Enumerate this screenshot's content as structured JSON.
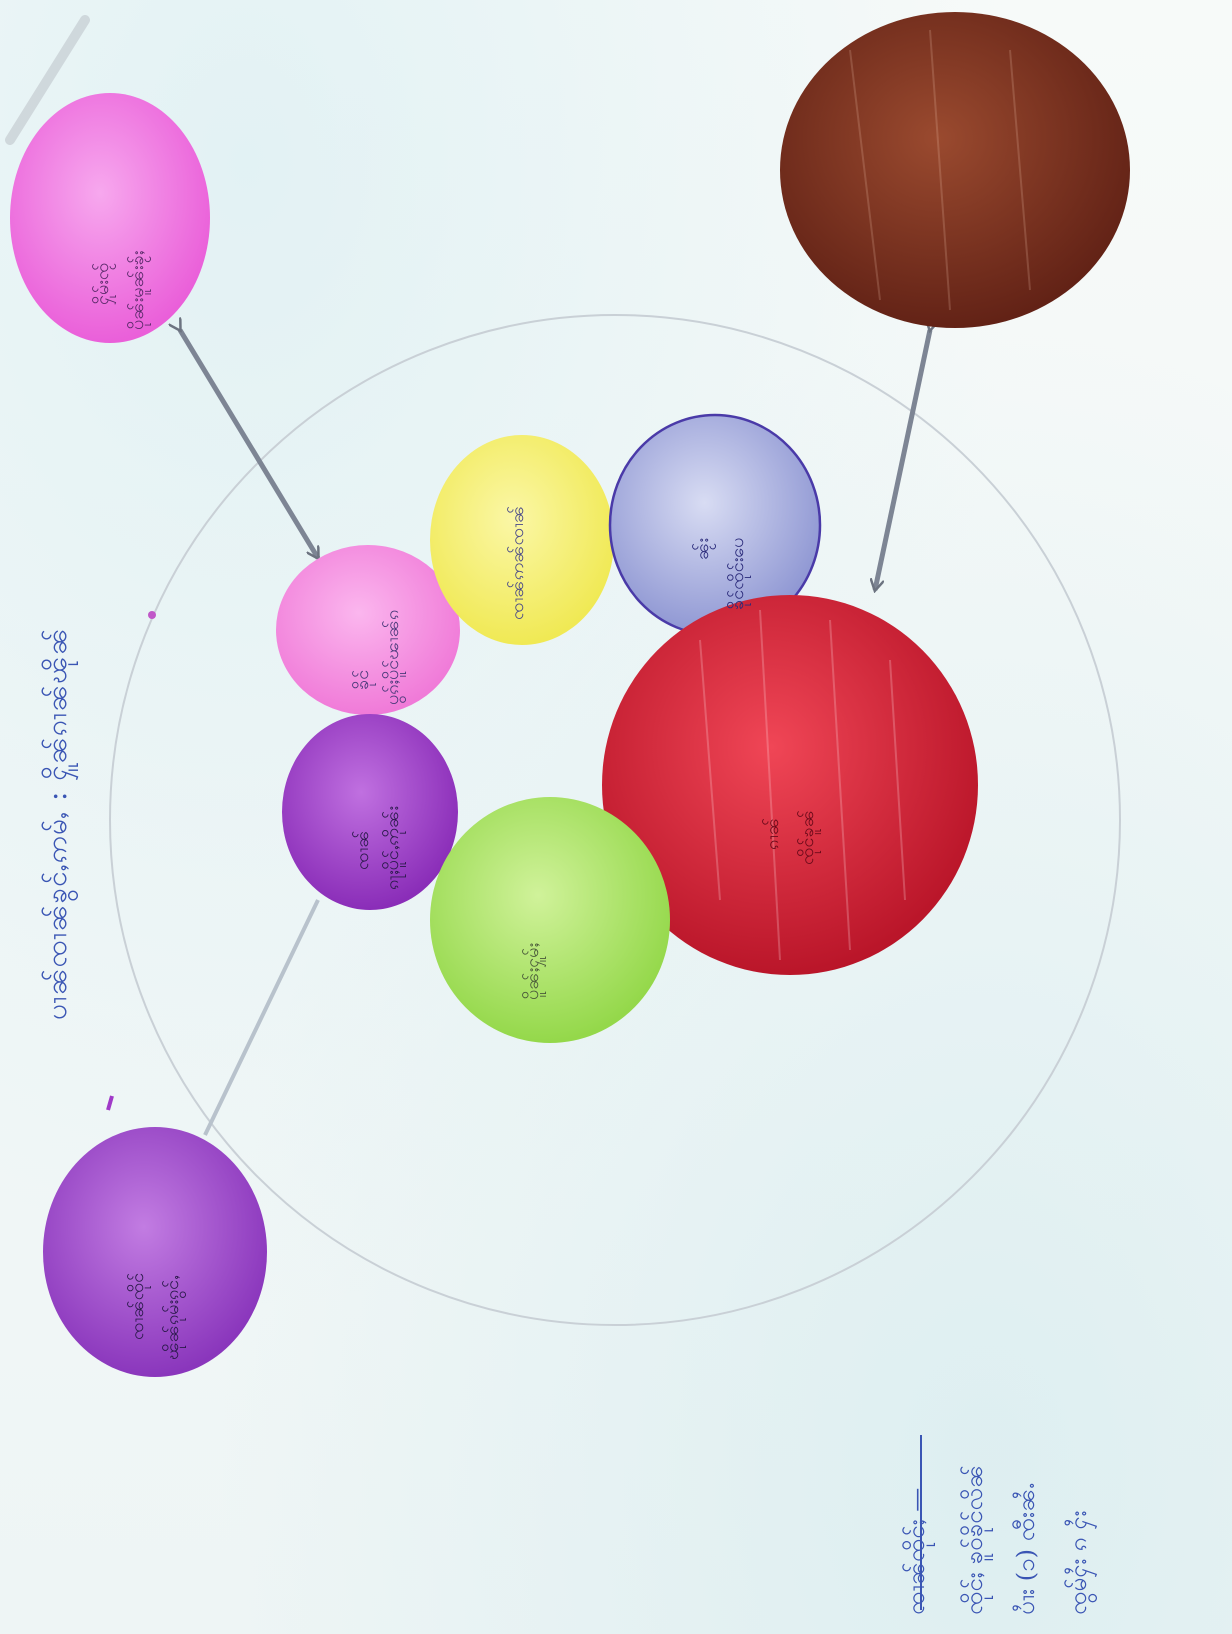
{
  "title": "ပၢၼ်ၸၢၼ်ၶွင်ႇဢမ်ႇ : ႁိူၼ်ၵၢၼ်ၽိုၼ်",
  "signature": {
    "line1": "ၸၢၼ်ၸိုင်ႈ —",
    "line2": "ၸိုင်ႈ ၶူဝ်ၶိုင်လိၼ်",
    "line3": "ပၢႆး (၁) ၸီးၼႆႉ",
    "line4": "ၸွမ်ႁႆး ၵ ႁႆး"
  },
  "circles": [
    {
      "id": "pink-top",
      "label_line1": "ႁိုမ်းၸႂ်",
      "label_line2": "ပိုၼ်းမူၼ်းၶႂ်ႈ",
      "color": "#ee6fe0"
    },
    {
      "id": "brown-top",
      "label_line1": "",
      "label_line2": "",
      "color": "#7a2c1c"
    },
    {
      "id": "pink-center",
      "label_line1": "ၶိုင်",
      "label_line2": "ပွၵ်ႈပိူင်ၽၢၼ်ၵ",
      "color": "#f48ce0"
    },
    {
      "id": "yellow",
      "label_line1": "ၸၢၼ်ဢၼ်ၸၢၼ်",
      "label_line2": "",
      "color": "#f3ee6a"
    },
    {
      "id": "blue",
      "label_line1": "ၼႂ်း",
      "label_line2": "ၶိုင်ၸိုင်းပေ",
      "color": "#aab1e0"
    },
    {
      "id": "purple-center",
      "label_line1": "ၸၢၼ်",
      "label_line2": "ၵႃႈပိူင်ႇဢိုၼ်း",
      "color": "#a242c8"
    },
    {
      "id": "red",
      "label_line1": "ၵၢၼ်",
      "label_line2": "ၸိုင်ၶူၼ်",
      "color": "#d8283a"
    },
    {
      "id": "green",
      "label_line1": "ပိူၼ်ႈႁူမ်ႈ",
      "label_line2": "",
      "color": "#a8e25c"
    },
    {
      "id": "purple-bottom",
      "label_line1": "ၸၢၼ်ၸိုင်",
      "label_line2": "ၽိုၼ်ၵုမ်းၵွင်ႇ",
      "color": "#a44ccc"
    }
  ]
}
